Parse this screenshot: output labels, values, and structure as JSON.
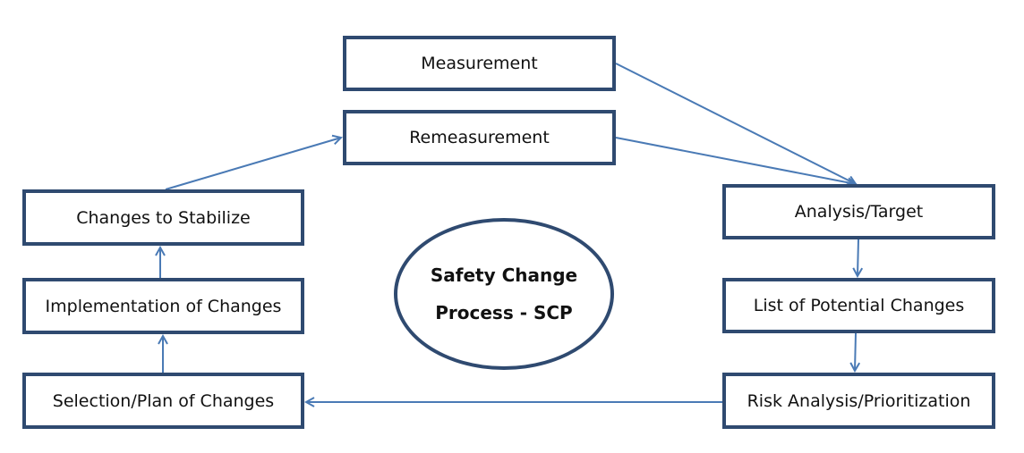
{
  "diagram": {
    "center": "Safety Change\nProcess - SCP",
    "steps": {
      "measurement": "Measurement",
      "remeasurement": "Remeasurement",
      "analysis_target": "Analysis/Target",
      "potential_changes": "List of Potential Changes",
      "risk_analysis": "Risk Analysis/Prioritization",
      "selection_plan": "Selection/Plan of Changes",
      "implementation": "Implementation of Changes",
      "stabilize": "Changes to Stabilize"
    },
    "colors": {
      "box_border": "#2f4a70",
      "arrow": "#4a7ab5"
    }
  }
}
